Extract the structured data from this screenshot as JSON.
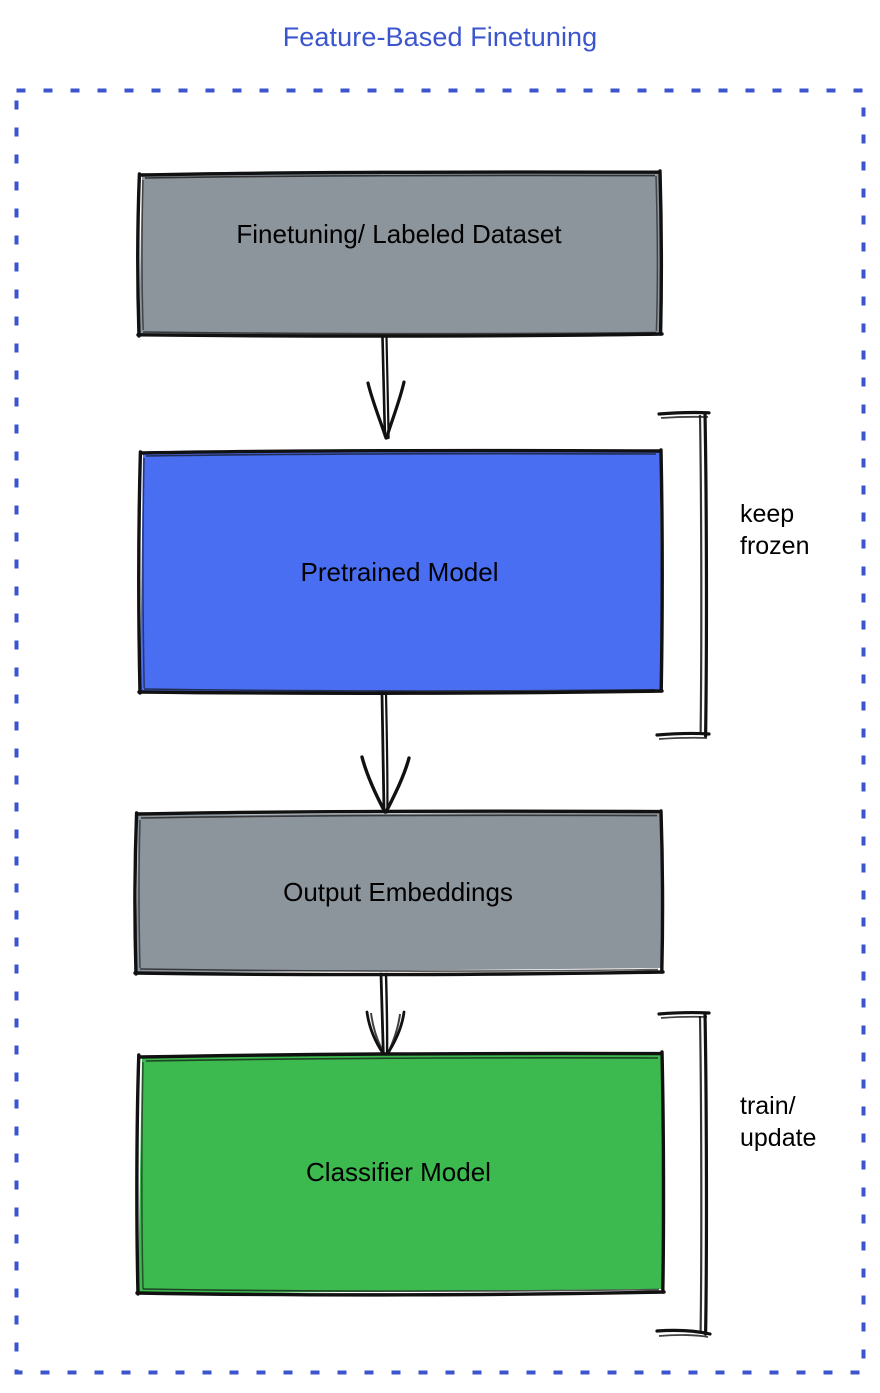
{
  "diagram": {
    "title": "Feature-Based Finetuning",
    "title_color": "#3b55cf",
    "style": "hand-drawn sketch flowchart",
    "border": {
      "name": "dashed-container",
      "style": "dashed",
      "color": "#3b55cf"
    },
    "nodes": [
      {
        "id": "dataset",
        "label": "Finetuning/ Labeled Dataset",
        "fill": "#8c949c",
        "stroke": "#111111"
      },
      {
        "id": "pretrained",
        "label": "Pretrained Model",
        "fill": "#4a6ef2",
        "stroke": "#111111"
      },
      {
        "id": "embeddings",
        "label": "Output Embeddings",
        "fill": "#8c949c",
        "stroke": "#111111"
      },
      {
        "id": "classifier",
        "label": "Classifier Model",
        "fill": "#3cb94f",
        "stroke": "#111111"
      }
    ],
    "edges": [
      {
        "from": "dataset",
        "to": "pretrained",
        "label": ""
      },
      {
        "from": "pretrained",
        "to": "embeddings",
        "label": ""
      },
      {
        "from": "embeddings",
        "to": "classifier",
        "label": ""
      }
    ],
    "annotations": [
      {
        "id": "keep-frozen",
        "label": "keep\nfrozen",
        "targets": [
          "pretrained"
        ],
        "color": "#000000"
      },
      {
        "id": "train-update",
        "label": "train/\nupdate",
        "targets": [
          "classifier"
        ],
        "color": "#000000"
      }
    ]
  }
}
